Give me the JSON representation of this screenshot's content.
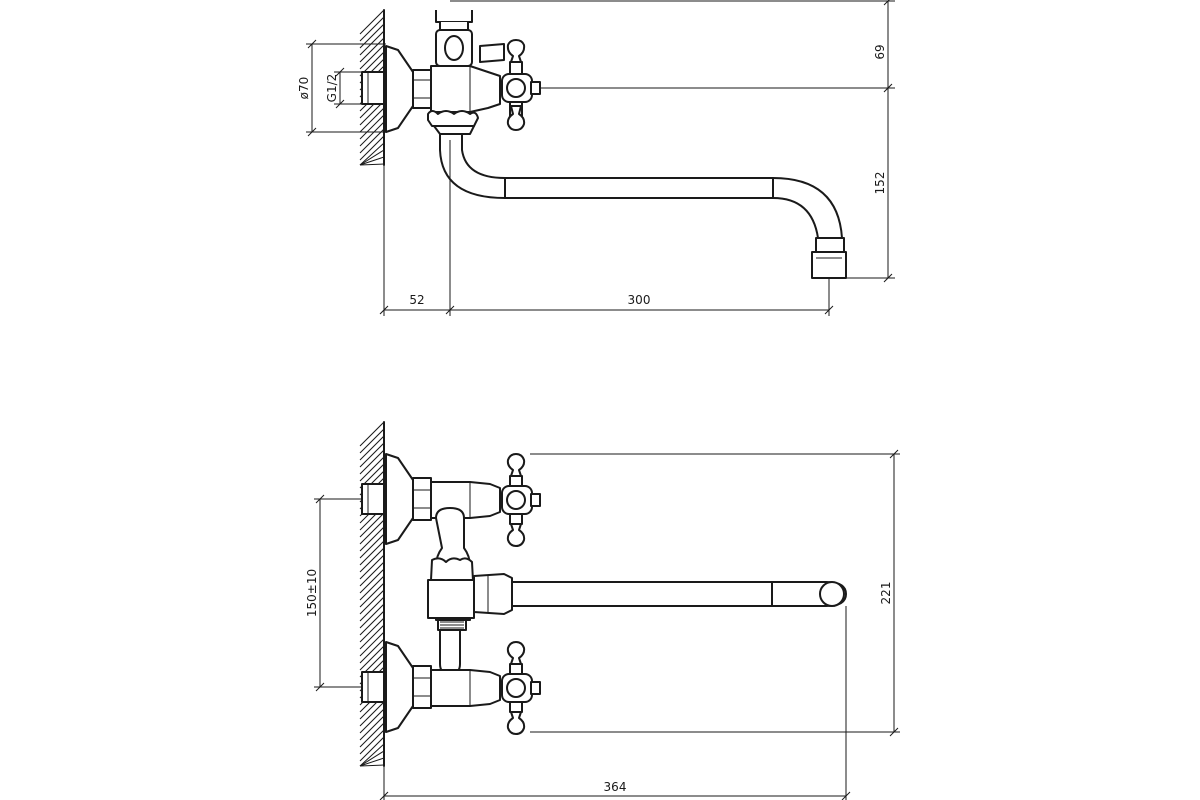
{
  "top_view": {
    "dim_height_upper": "69",
    "dim_height_lower": "152",
    "dim_flange_diameter": "ø70",
    "dim_thread": "G1/2",
    "dim_offset": "52",
    "dim_spout_reach": "300"
  },
  "front_view": {
    "dim_center_distance": "150±10",
    "dim_total_height": "221",
    "dim_total_width": "364"
  }
}
